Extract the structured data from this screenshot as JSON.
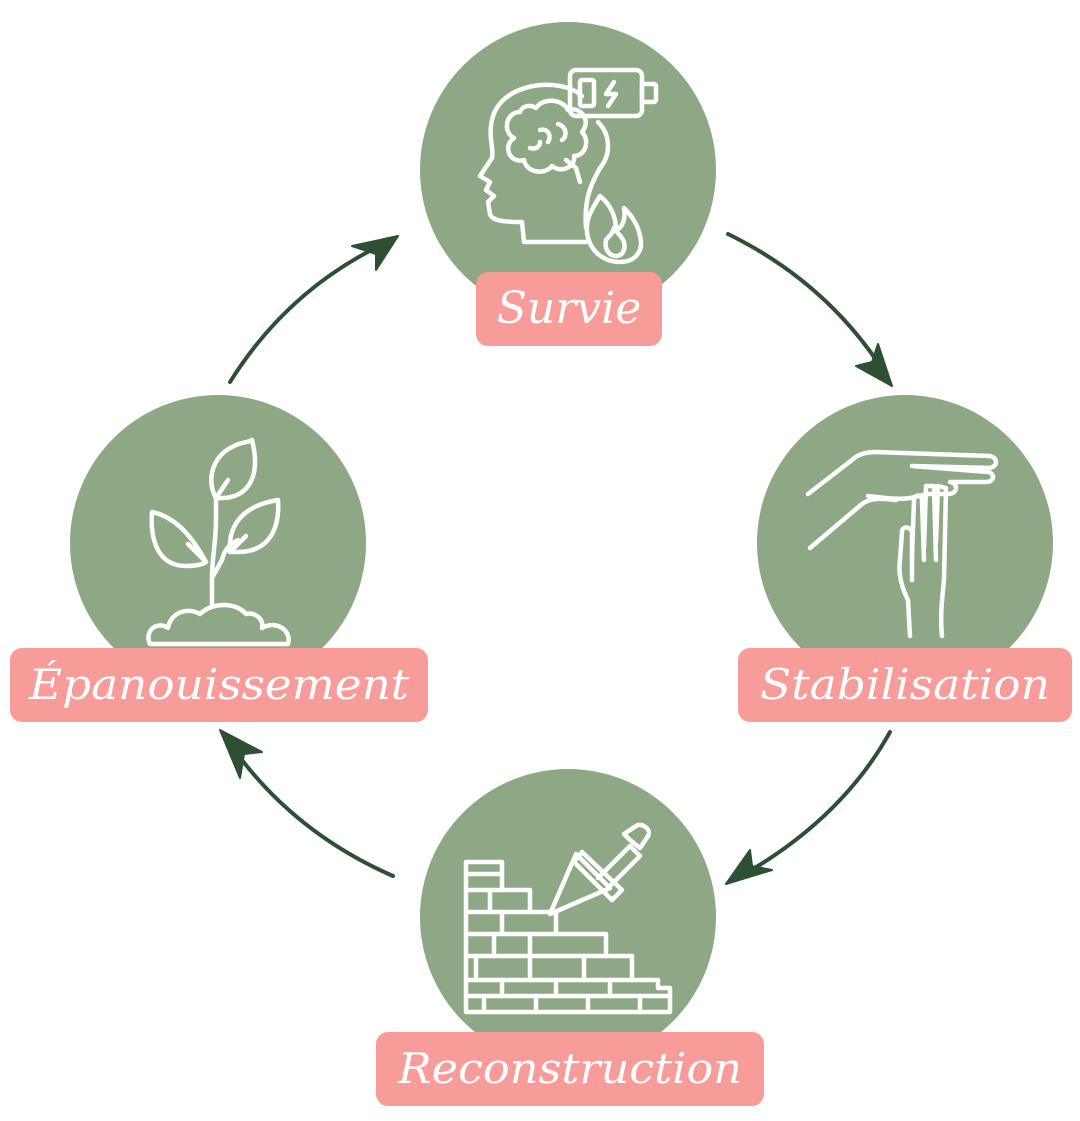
{
  "diagram": {
    "colors": {
      "circle": "#8ea886",
      "label_background": "#f79c99",
      "label_text": "#ffffff",
      "arrow": "#2f4f35"
    },
    "stages": [
      {
        "label": "Survie",
        "icon": "exhausted-brain-battery-fire-icon"
      },
      {
        "label": "Stabilisation",
        "icon": "steady-hands-icon"
      },
      {
        "label": "Reconstruction",
        "icon": "brick-wall-trowel-icon"
      },
      {
        "label": "Épanouissement",
        "icon": "growing-plant-icon"
      }
    ],
    "flow": "clockwise"
  }
}
